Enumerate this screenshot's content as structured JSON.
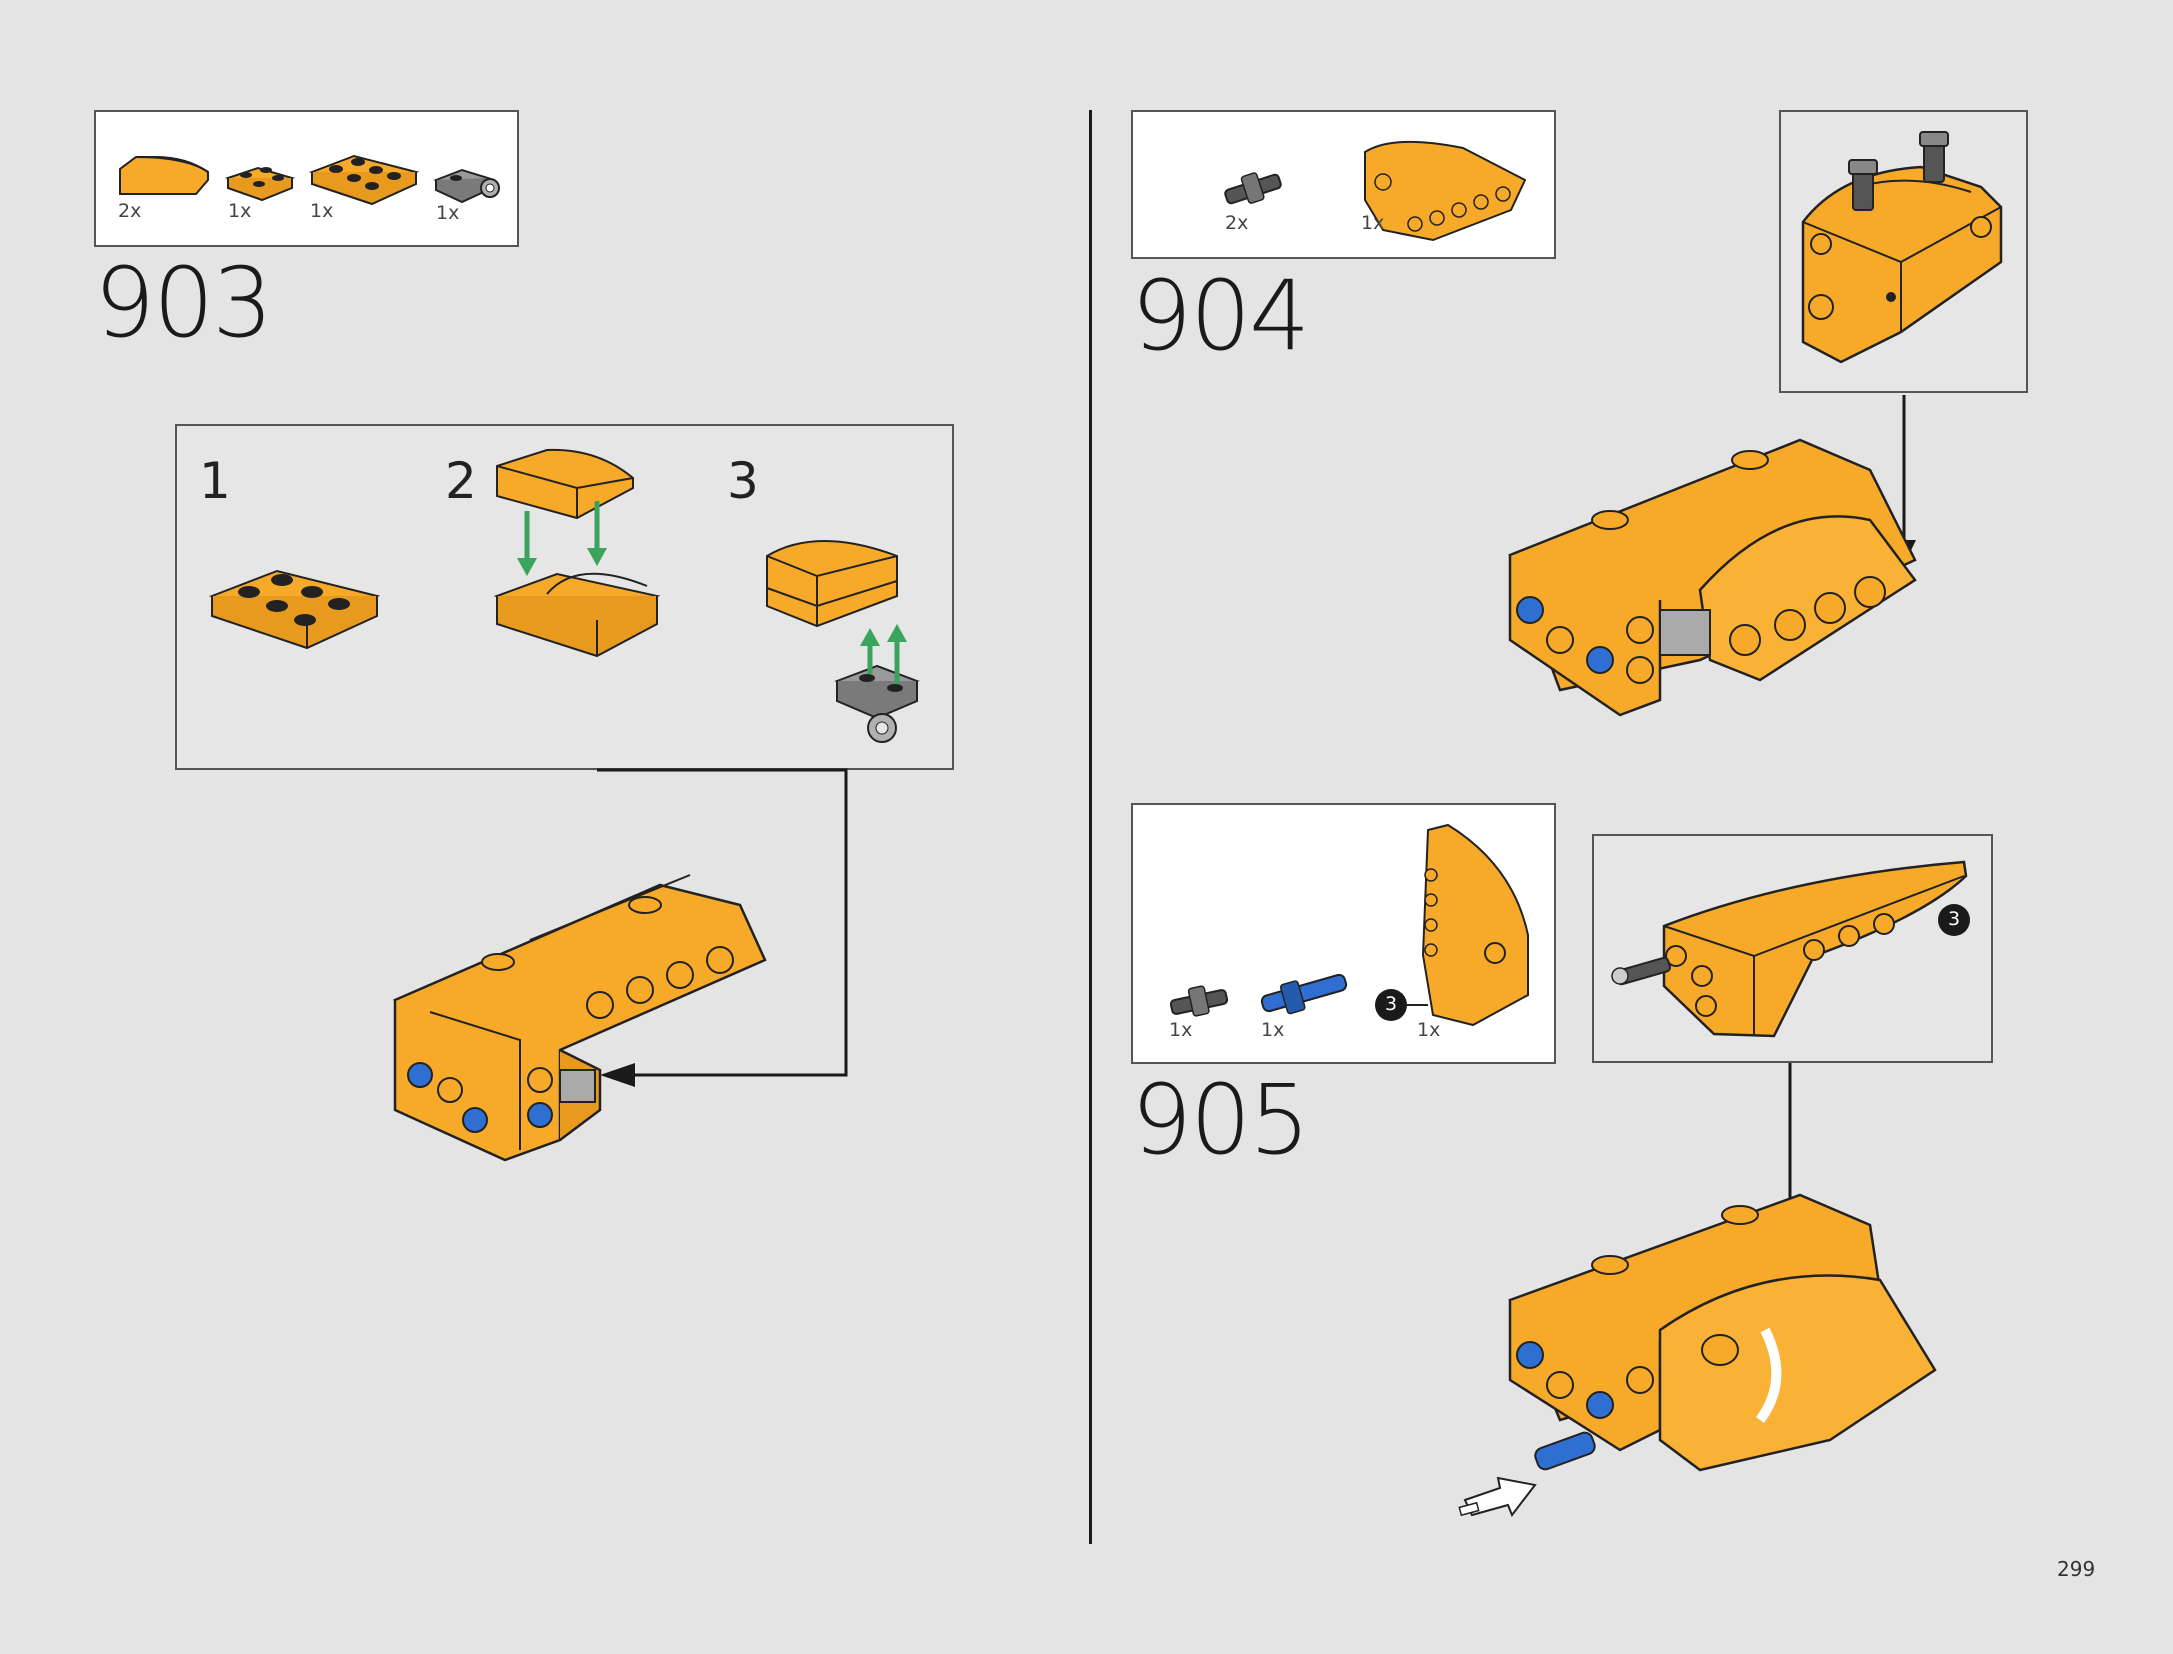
{
  "page_number": "299",
  "steps": [
    {
      "number": "903",
      "parts": [
        {
          "qty": "2x",
          "icon": "curved-slope-brick-icon"
        },
        {
          "qty": "1x",
          "icon": "plate-2x2-icon"
        },
        {
          "qty": "1x",
          "icon": "plate-2x3-icon"
        },
        {
          "qty": "1x",
          "icon": "grey-pin-plate-icon"
        }
      ],
      "substeps": [
        "1",
        "2",
        "3"
      ]
    },
    {
      "number": "904",
      "parts": [
        {
          "qty": "2x",
          "icon": "axle-pin-icon"
        },
        {
          "qty": "1x",
          "icon": "panel-beam-icon"
        }
      ]
    },
    {
      "number": "905",
      "parts": [
        {
          "qty": "1x",
          "icon": "axle-pin-icon"
        },
        {
          "qty": "1x",
          "icon": "blue-pin-icon"
        },
        {
          "qty": "1x",
          "icon": "fairing-panel-icon"
        }
      ],
      "callout_badge": "3"
    }
  ],
  "colors": {
    "orange": "#f7aa2a",
    "green_arrow": "#3aa35c",
    "blue_pin": "#2f6fd1",
    "grey": "#8a8a8a"
  }
}
